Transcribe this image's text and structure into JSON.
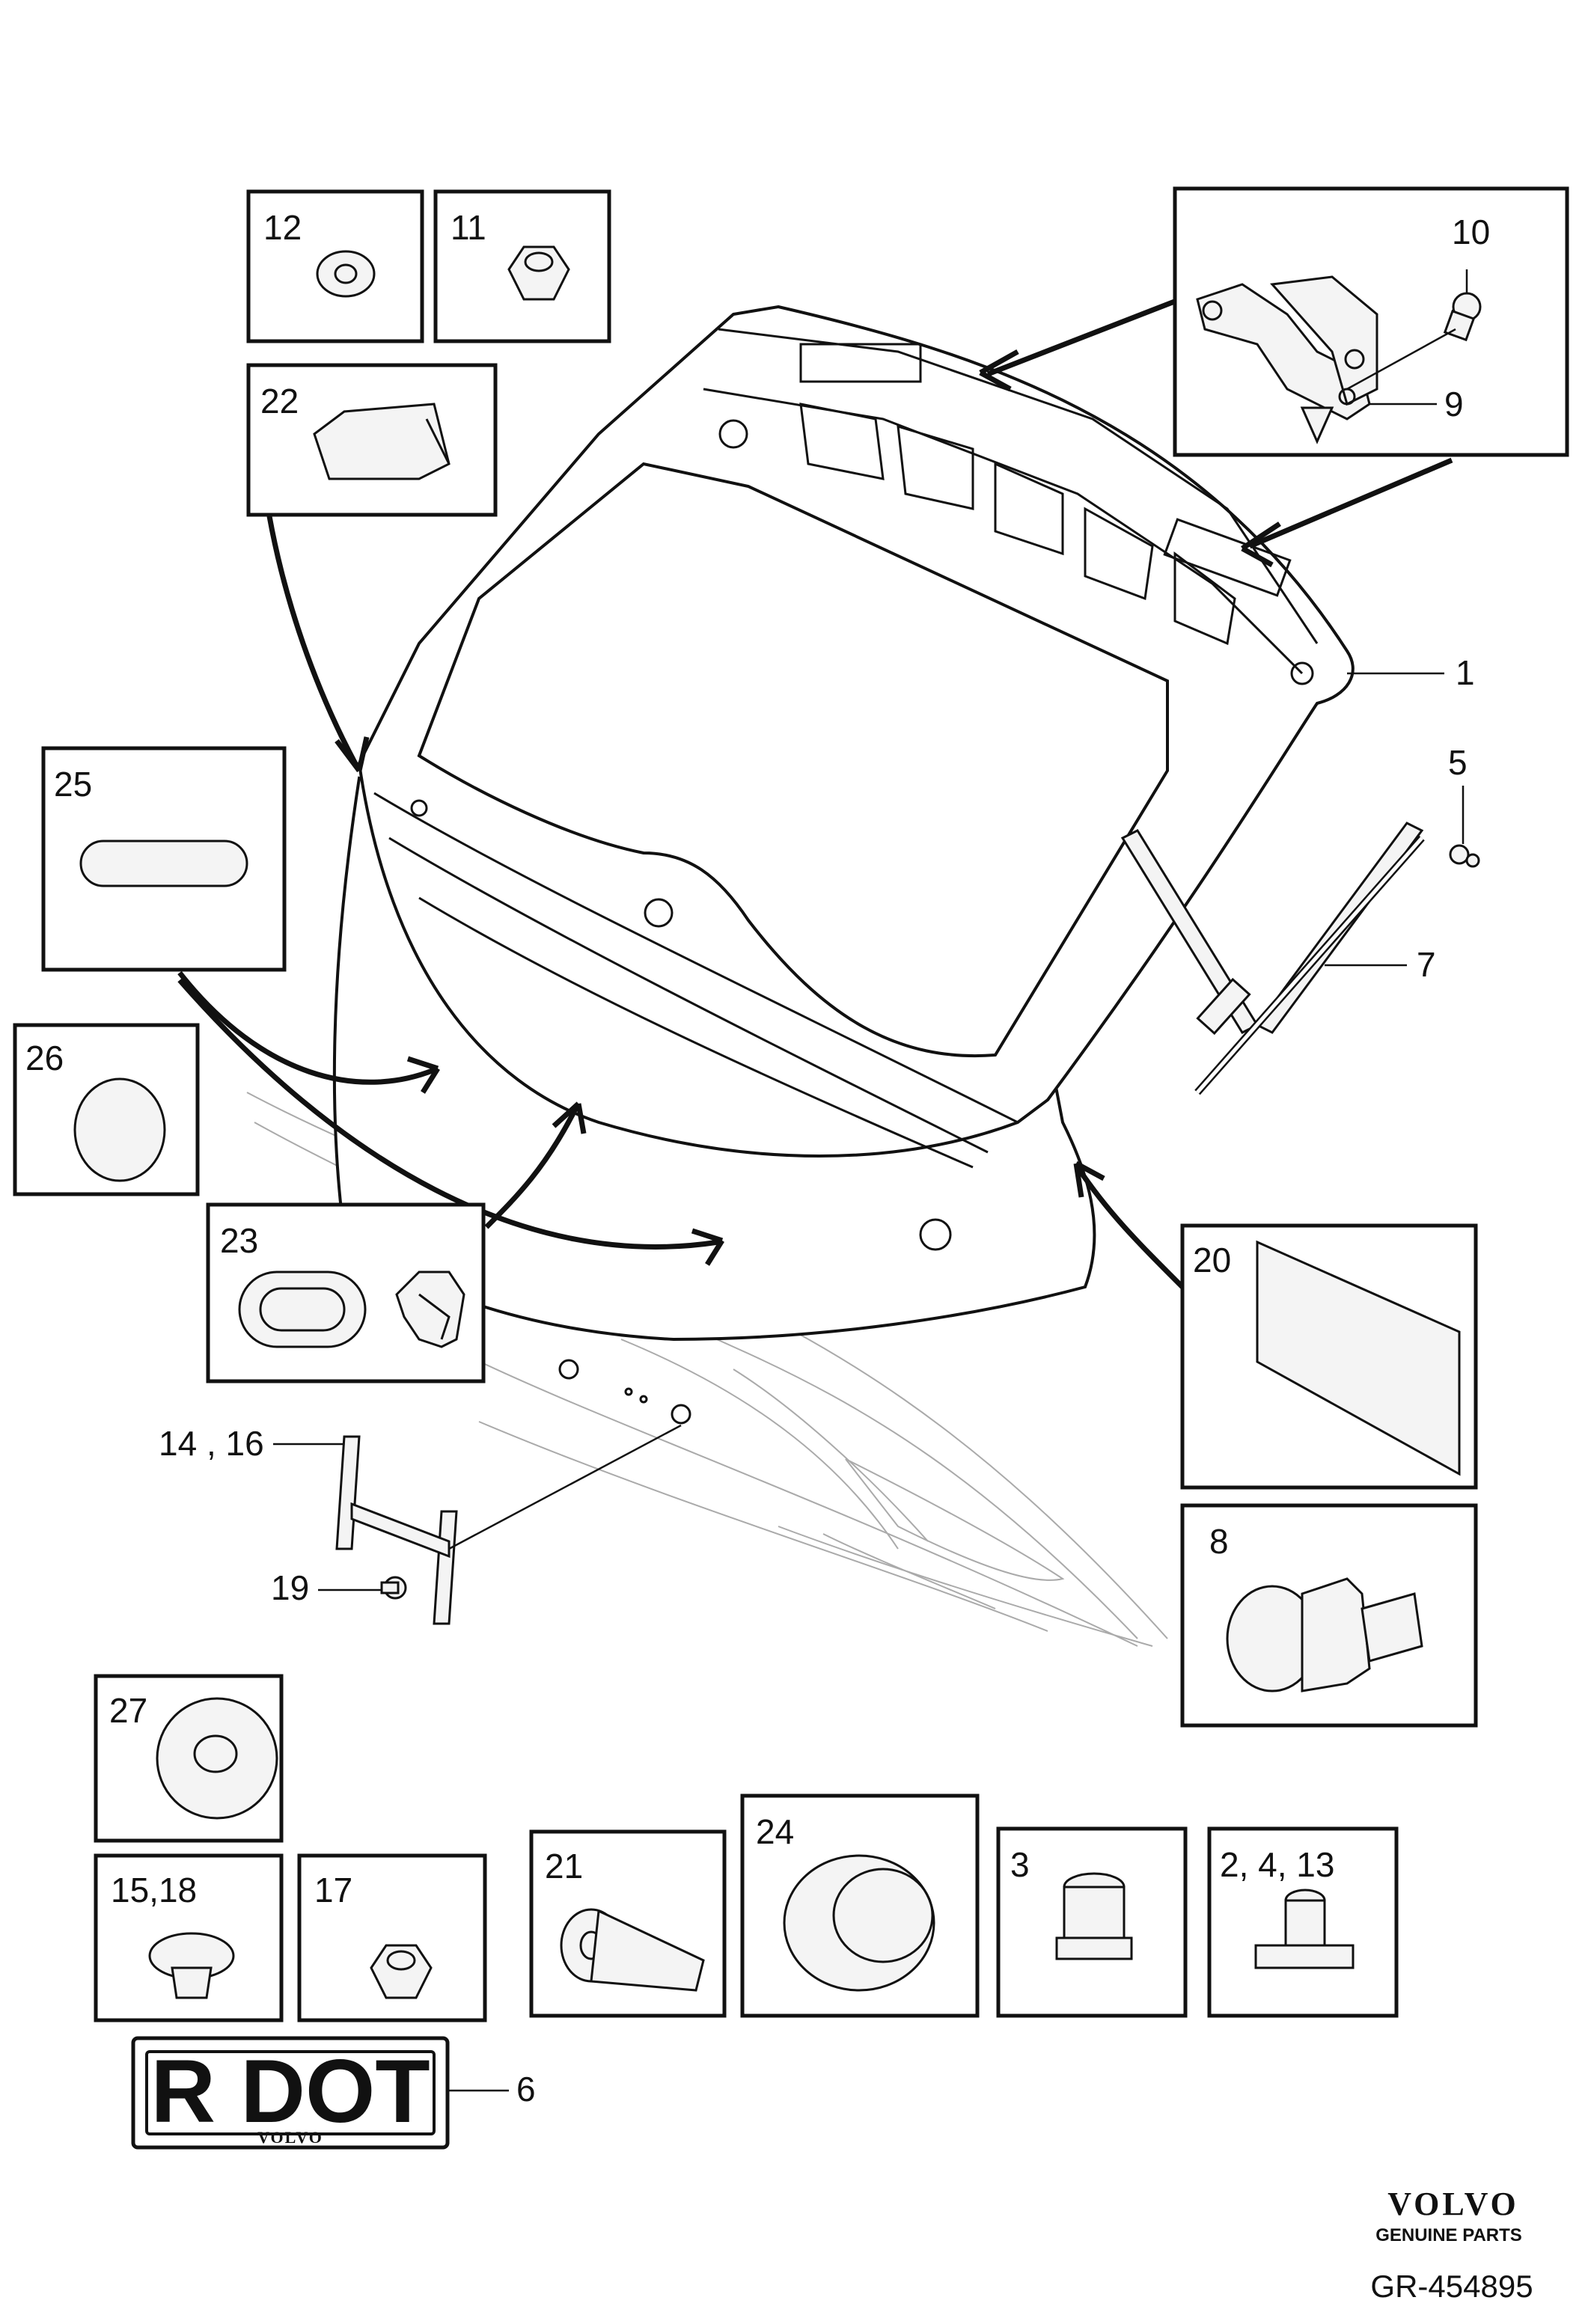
{
  "callouts": {
    "c1": "1",
    "c5": "5",
    "c6": "6",
    "c7": "7",
    "c9": "9",
    "c10": "10",
    "c14_16": "14 , 16",
    "c19": "19"
  },
  "boxes": {
    "b12": "12",
    "b11": "11",
    "b22": "22",
    "b25": "25",
    "b26": "26",
    "b23": "23",
    "b20": "20",
    "b8": "8",
    "b27": "27",
    "b15_18": "15,18",
    "b17": "17",
    "b21": "21",
    "b24": "24",
    "b3": "3",
    "b2_4_13": "2, 4, 13"
  },
  "label_plate": {
    "text": "R DOT",
    "brand": "VOLVO"
  },
  "footer": {
    "brand": "VOLVO",
    "tagline": "GENUINE PARTS",
    "ref": "GR-454895"
  }
}
